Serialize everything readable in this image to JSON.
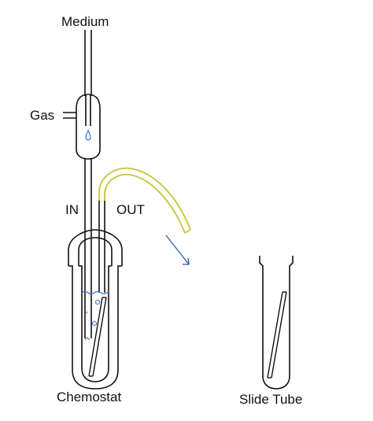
{
  "labels": {
    "medium": "Medium",
    "gas": "Gas",
    "in": "IN",
    "out": "OUT",
    "chemostat": "Chemostat",
    "slide_tube": "Slide Tube"
  },
  "colors": {
    "line": "#111111",
    "out_tube": "#c9c23a",
    "arrow": "#2f5aa8",
    "liquid": "#3a6fd0",
    "background": "#ffffff"
  }
}
